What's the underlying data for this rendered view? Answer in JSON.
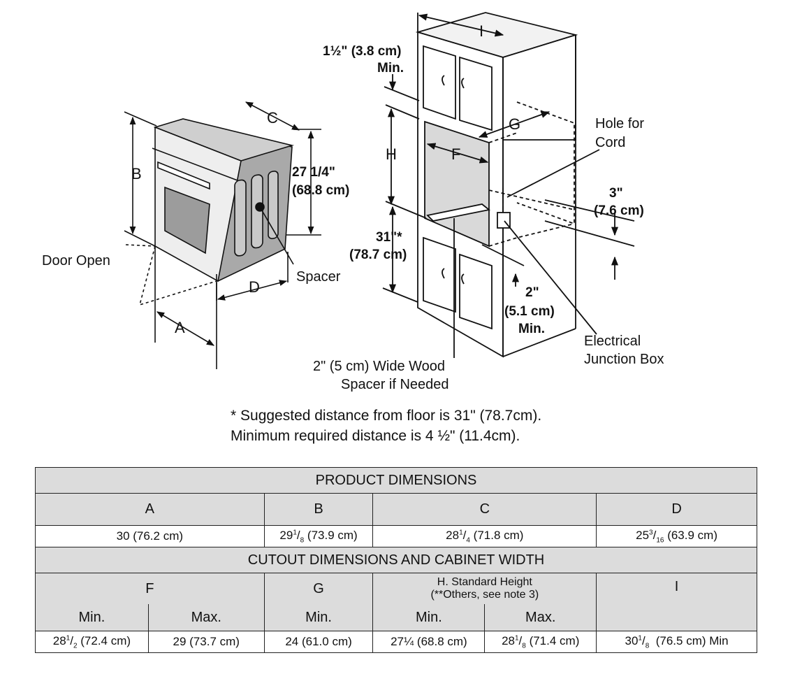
{
  "diagram": {
    "labels": {
      "door_open": "Door Open",
      "spacer": "Spacer",
      "hole_for_cord_1": "Hole for",
      "hole_for_cord_2": "Cord",
      "junction_box_1": "Electrical",
      "junction_box_2": "Junction Box",
      "wood_spacer_1": "2\" (5 cm) Wide Wood",
      "wood_spacer_2": "Spacer if Needed"
    },
    "letters": {
      "a": "A",
      "b": "B",
      "c": "C",
      "d": "D",
      "f": "F",
      "g": "G",
      "h": "H",
      "i": "I"
    },
    "measures": {
      "top_clear_1": "1½\" (3.8 cm)",
      "top_clear_2": "Min.",
      "oven_height_1": "27 1/4\"",
      "oven_height_2": "(68.8 cm)",
      "floor_1": "31\"*",
      "floor_2": "(78.7 cm)",
      "three_in_1": "3\"",
      "three_in_2": "(7.6 cm)",
      "two_in_1": "2\"",
      "two_in_2": "(5.1 cm)",
      "two_in_3": "Min."
    }
  },
  "notes": {
    "line1": "* Suggested distance from floor is 31\" (78.7cm).",
    "line2": "Minimum required distance is 4 ½\" (11.4cm)."
  },
  "table": {
    "product_title": "PRODUCT DIMENSIONS",
    "product_headers": {
      "a": "A",
      "b": "B",
      "c": "C",
      "d": "D"
    },
    "product_values": {
      "a": "30 (76.2 cm)",
      "b_whole": "29",
      "b_num": "1",
      "b_den": "8",
      "b_rest": " (73.9 cm)",
      "c_whole": "28",
      "c_num": "1",
      "c_den": "4",
      "c_rest": " (71.8 cm)",
      "d_whole": "25",
      "d_num": "3",
      "d_den": "16",
      "d_rest": " (63.9 cm)"
    },
    "cutout_title": "CUTOUT DIMENSIONS AND CABINET WIDTH",
    "cutout_headers": {
      "f": "F",
      "g": "G",
      "h_1": "H. Standard Height",
      "h_2": "(**Others, see note 3)",
      "i": "I"
    },
    "cutout_sub": {
      "f_min": "Min.",
      "f_max": "Max.",
      "g_min": "Min.",
      "h_min": "Min.",
      "h_max": "Max."
    },
    "cutout_values": {
      "f_min_whole": "28",
      "f_min_num": "1",
      "f_min_den": "2",
      "f_min_rest": " (72.4 cm)",
      "f_max": "29 (73.7 cm)",
      "g_min": "24 (61.0 cm)",
      "h_min": "27¼ (68.8 cm)",
      "h_max_whole": "28",
      "h_max_num": "1",
      "h_max_den": "8",
      "h_max_rest": " (71.4 cm)",
      "i_whole": "30",
      "i_num": "1",
      "i_den": "8",
      "i_rest": "  (76.5 cm) Min"
    }
  }
}
